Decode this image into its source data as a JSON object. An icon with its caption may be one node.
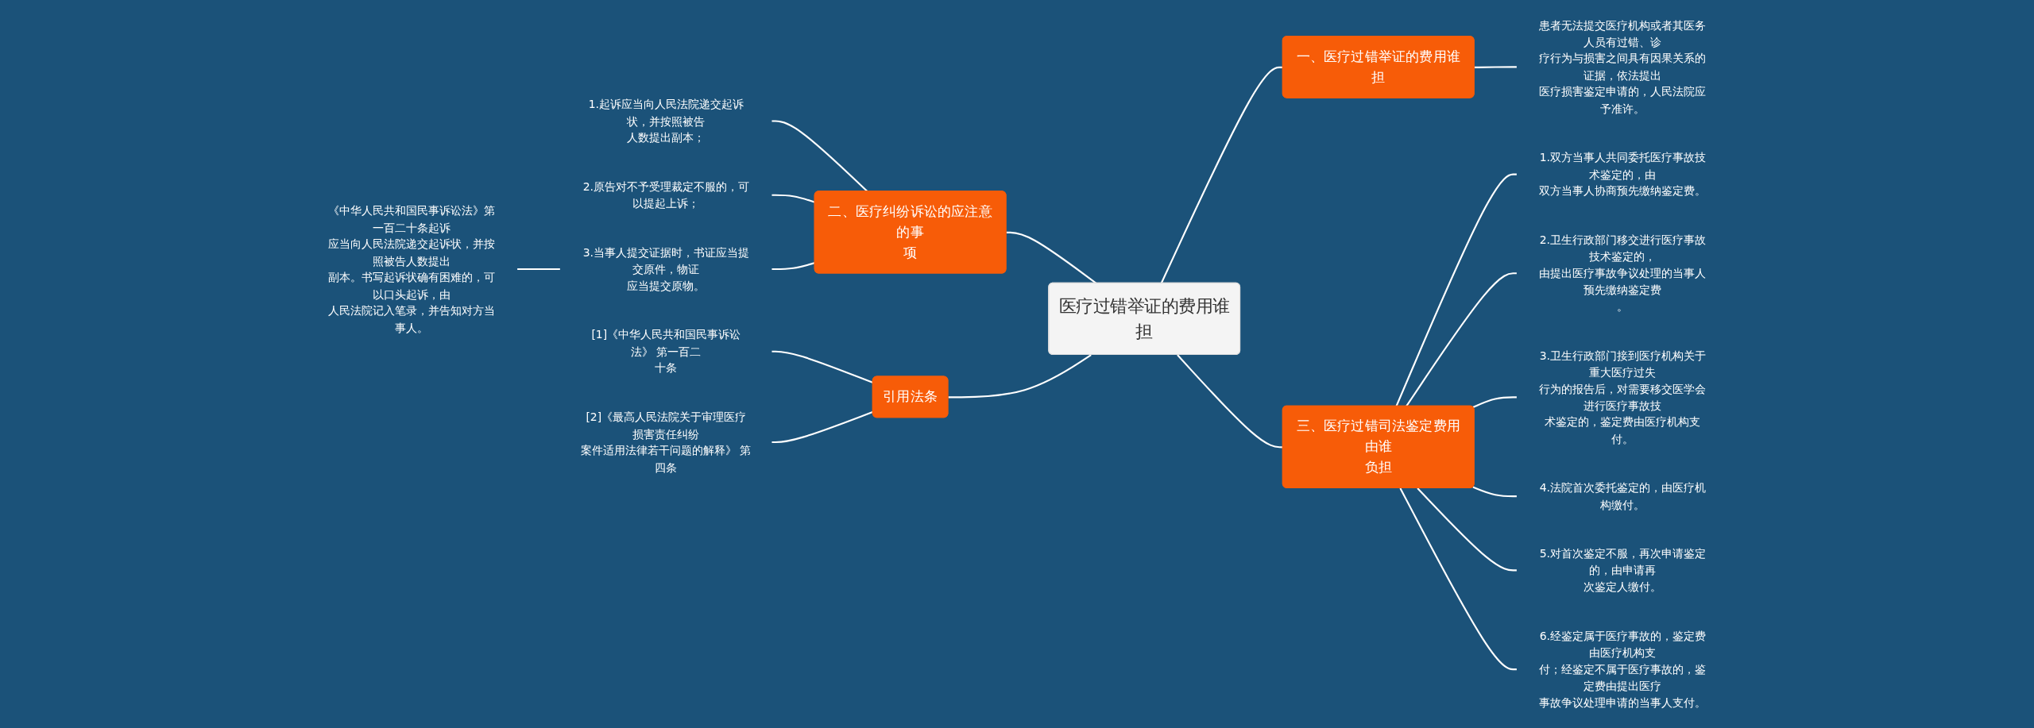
{
  "diagram": {
    "nodes": [
      {
        "text": [
          "医疗过错举证的费用谁担"
        ]
      },
      {
        "text": [
          "一、医疗过错举证的费用谁担"
        ]
      },
      {
        "text": [
          "患者无法提交医疗机构或者其医务人员有过错、诊疗行为与损害之间具有因果关系的证据，依法提出医疗损害鉴定申请的，人民法院应予准许。"
        ]
      },
      {
        "text": [
          "二、医疗纠纷诉讼的应注意的事项"
        ]
      },
      {
        "text": [
          "1.起诉应当向人民法院递交起诉状，并按照被告人数提出副本；"
        ]
      },
      {
        "text": [
          "2.原告对不予受理裁定不服的，可以提起上诉；"
        ]
      },
      {
        "text": [
          "3.当事人提交证据时，书证应当提交原件，物证应当提交原物。"
        ]
      },
      {
        "text": [
          "《中华人民共和国民事诉讼法》第一百二十条起诉应当向人民法院递交起诉状，并按照被告人数提出副本。书写起诉状确有困难的，可以口头起诉，由人民法院记入笔录，并告知对方当事人。"
        ]
      },
      {
        "text": [
          "三、医疗过错司法鉴定费用由谁负担"
        ]
      },
      {
        "text": [
          "1.双方当事人共同委托医疗事故技术鉴定的，由双方当事人协商预先缴纳鉴定费。"
        ]
      },
      {
        "text": [
          "2.卫生行政部门移交进行医疗事故技术鉴定的，由提出医疗事故争议处理的当事人预先缴纳鉴定费。"
        ]
      },
      {
        "text": [
          "3.卫生行政部门接到医疗机构关于重大医疗过失行为的报告后，对需要移交医学会进行医疗事故技术鉴定的，鉴定费由医疗机构支付。"
        ]
      },
      {
        "text": [
          "4.法院首次委托鉴定的，由医疗机构缴付。"
        ]
      },
      {
        "text": [
          "5.对首次鉴定不服，再次申请鉴定的，由申请再次鉴定人缴付。"
        ]
      },
      {
        "text": [
          "6.经鉴定属于医疗事故的，鉴定费由医疗机构支付；经鉴定不属于医疗事故的，鉴定费由提出医疗事故争议处理申请的当事人支付。"
        ]
      },
      {
        "text": [
          "引用法条"
        ]
      },
      {
        "text": [
          "[1]《中华人民共和国民事诉讼法》 第一百二十条"
        ]
      },
      {
        "text": [
          "[2]《最高人民法院关于审理医疗损害责任纠纷案件适用法律若干问题的解释》 第四条"
        ]
      }
    ],
    "edges": [
      {
        "from": 0,
        "to": 1,
        "arrow": "none"
      },
      {
        "from": 1,
        "to": 2,
        "arrow": "none"
      },
      {
        "from": 0,
        "to": 3,
        "arrow": "none"
      },
      {
        "from": 3,
        "to": 4,
        "arrow": "none"
      },
      {
        "from": 3,
        "to": 5,
        "arrow": "none"
      },
      {
        "from": 3,
        "to": 6,
        "arrow": "none"
      },
      {
        "from": 6,
        "to": 7,
        "arrow": "none"
      },
      {
        "from": 0,
        "to": 8,
        "arrow": "none"
      },
      {
        "from": 8,
        "to": 9,
        "arrow": "none"
      },
      {
        "from": 8,
        "to": 10,
        "arrow": "none"
      },
      {
        "from": 8,
        "to": 11,
        "arrow": "none"
      },
      {
        "from": 8,
        "to": 12,
        "arrow": "none"
      },
      {
        "from": 8,
        "to": 13,
        "arrow": "none"
      },
      {
        "from": 8,
        "to": 14,
        "arrow": "none"
      },
      {
        "from": 0,
        "to": 15,
        "arrow": "none"
      },
      {
        "from": 15,
        "to": 16,
        "arrow": "none"
      },
      {
        "from": 15,
        "to": 17,
        "arrow": "none"
      }
    ]
  }
}
